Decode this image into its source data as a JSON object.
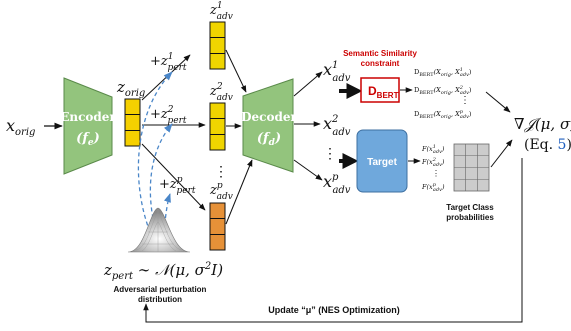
{
  "input_label": "x",
  "input_sub": "orig",
  "encoder": {
    "title": "Encoder",
    "symbol": "(f",
    "symbol_sub": "e",
    "close": ")"
  },
  "decoder": {
    "title": "Decoder",
    "symbol": "(f",
    "symbol_sub": "d",
    "close": ")"
  },
  "z_orig": {
    "main": "z",
    "sub": "orig"
  },
  "z_pert": [
    {
      "prefix": "+z",
      "sup": "1",
      "sub": "pert"
    },
    {
      "prefix": "+z",
      "sup": "2",
      "sub": "pert"
    },
    {
      "prefix": "+z",
      "sup": "p",
      "sub": "pert"
    }
  ],
  "z_adv": [
    {
      "main": "z",
      "sup": "1",
      "sub": "adv"
    },
    {
      "main": "z",
      "sup": "2",
      "sub": "adv"
    },
    {
      "main": "z",
      "sup": "p",
      "sub": "adv"
    }
  ],
  "x_adv": [
    {
      "main": "x",
      "sup": "1",
      "sub": "adv"
    },
    {
      "main": "x",
      "sup": "2",
      "sub": "adv"
    },
    {
      "main": "x",
      "sup": "p",
      "sub": "adv"
    }
  ],
  "vdots": "⋮",
  "semantic": {
    "line1": "Semantic Similarity",
    "line2": "constraint"
  },
  "dbert": {
    "main": "D",
    "sub": "BERT"
  },
  "dbert_rows": [
    {
      "prefix": "D",
      "sub": "BERT",
      "args": "(X",
      "a1": "orig",
      "mid": ", X",
      "a2sup": "1",
      "a2sub": "adv",
      "close": ")"
    },
    {
      "prefix": "D",
      "sub": "BERT",
      "args": "(X",
      "a1": "orig",
      "mid": ", X",
      "a2sup": "2",
      "a2sub": "adv",
      "close": ")"
    },
    {
      "prefix": "D",
      "sub": "BERT",
      "args": "(X",
      "a1": "orig",
      "mid": ", X",
      "a2sup": "p",
      "a2sub": "adv",
      "close": ")"
    }
  ],
  "target": {
    "label": "Target"
  },
  "f_rows": [
    {
      "prefix": "F(x",
      "sup": "1",
      "sub": "adv",
      "close": ")"
    },
    {
      "prefix": "F(x",
      "sup": "2",
      "sub": "adv",
      "close": ")"
    },
    {
      "prefix": "F(x",
      "sup": "p",
      "sub": "adv",
      "close": ")"
    }
  ],
  "target_class": {
    "line1": "Target Class",
    "line2": "probabilities"
  },
  "gradient": {
    "main": "∇𝒥(μ, σ)",
    "eq_prefix": "(Eq. ",
    "eq_num": "5",
    "eq_suffix": ")"
  },
  "z_pert_dist": {
    "main": "z",
    "sub": "pert",
    "rest": " ∼ 𝒩(μ, σ",
    "sup": "2",
    "tail": "I)"
  },
  "adv_caption": {
    "line1": "Adversarial perturbation",
    "line2": "distribution"
  },
  "update_label": "Update “μ” (NES Optimization)",
  "colors": {
    "encoder_fill": "#93c47d",
    "latent_fill": "#f5d000",
    "adv_latent_fill": "#f0d500",
    "last_adv_fill": "#e69138",
    "target_fill": "#6fa8dc",
    "dbert_red": "#cc0000",
    "dashed_blue": "#4a86c8",
    "grid_fill": "#cccccc"
  }
}
